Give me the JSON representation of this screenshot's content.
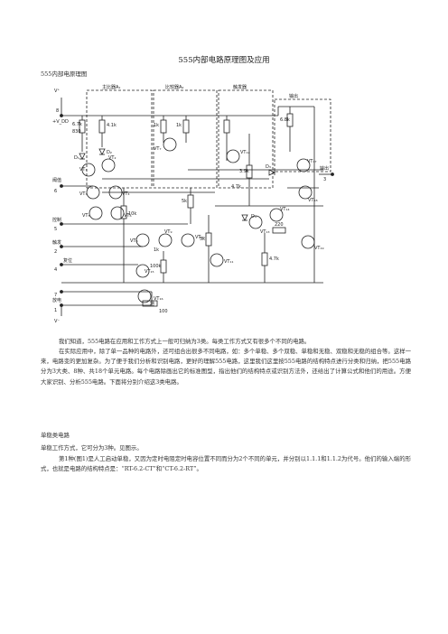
{
  "doc": {
    "title": "555内部电路原理图及应用",
    "subheading": "555内部电原理图",
    "para1": "我们知道，555电路在应用和工作方式上一般可归纳为3类。每类工作方式又有很多个不同的电路。",
    "para2": "在实际应用中，除了单一品种的电路外，还可组合出很多不同电路，如：多个单稳、多个双稳、单稳和无稳、双稳和无稳的组合等。这样一来，电路变的更加复杂。为了便于我们分析和识别电路，更好的理解555电路，这里我们这里按555电路的结构特点进行分类和归纳，把555电路分为3大类、8种、共18个单元电路。每个电路除画出它的标准图型，指出他们的结构特点或识别方法外，还给出了计算公式和他们的用途。方便大家识别、分析555电路。下面将分别介绍这3类电路。",
    "section_title": "单稳类电路",
    "section_sub": "单稳工作方式，它可分为3种。见图示。",
    "para3": "第1种(图1)是人工启动单稳，又因为定时电阻定时电容位置不同而分为2个不同的单元，并分别以1.1.1和1.1.2为代号。他们的输入端的形式，也就是电路的结构特点是：“RT-6.2-CT”和“CT-6.2-RT”。"
  },
  "diagram": {
    "labels": {
      "vplus": "V⁺",
      "eight": "8",
      "vdd": "+V_DD",
      "block_a1": "主比器A₁",
      "block_a2": "比较器A₂",
      "trigger": "触发器",
      "output_block": "输出",
      "r1": "6.7k",
      "r2": "830",
      "r3": "4.1k",
      "r4": "1k",
      "r5": "1k",
      "r6": "6.8k",
      "r7": "3.9k",
      "r8": "5k",
      "r9": "10k",
      "r10": "4.7k",
      "r11": "5k",
      "r12": "220",
      "r13": "4.7k",
      "r14": "100k",
      "r15": "1k",
      "r16": "100",
      "threshold": "阈值",
      "six": "6",
      "control": "控制",
      "five": "5",
      "trig_in": "触发",
      "two": "2",
      "reset": "复位",
      "four": "4",
      "discharge": "放电",
      "seven": "7",
      "gnd": "地",
      "one": "1",
      "out": "输出",
      "three": "3",
      "v_minus": "V⁻",
      "vt1": "VT₁",
      "vt2": "VT₂",
      "vt3": "VT₃",
      "vt4": "VT₄",
      "vt5": "VT₅",
      "vt6": "VT₆",
      "vt7": "VT₇",
      "vt8": "VT₈",
      "vt9": "VT₉",
      "vt10": "VT₁₀",
      "vt11": "VT₁₁",
      "vt12": "VT₁₂",
      "vt13": "VT₁₃",
      "vt14": "VT₁₄",
      "vt15": "VT₁₅",
      "vt16": "VT₁₆",
      "vt17": "VT₁₇",
      "vt18": "VT₁₈",
      "vt19": "VT₁₉",
      "d1": "D₁",
      "d2": "D₂",
      "d3": "D₃",
      "d4": "D₄"
    }
  }
}
